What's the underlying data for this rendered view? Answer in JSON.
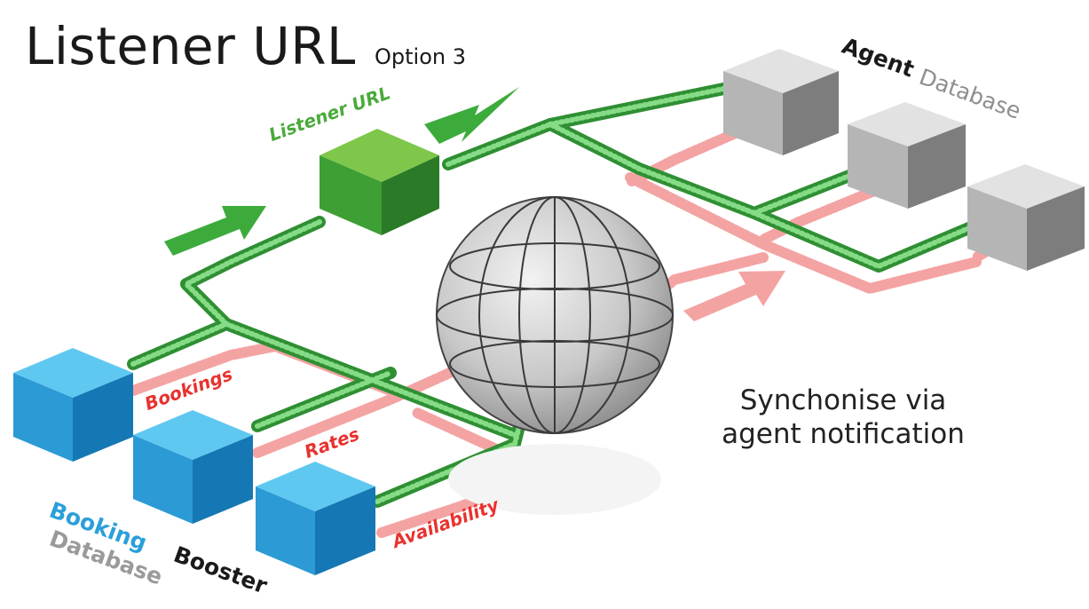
{
  "title": "Listener URL",
  "subtitle": "Option 3",
  "caption_line1": "Synchonise via",
  "caption_line2": "agent notification",
  "listener_label": "Listener URL",
  "agent_label": {
    "part1": "Agent",
    "part2": "Database"
  },
  "booking_label": {
    "part1": "Booking",
    "part2": "Booster",
    "part3": "Database"
  },
  "flows": {
    "bookings": "Bookings",
    "rates": "Rates",
    "availability": "Availability"
  },
  "colors": {
    "green": "#3cab3c",
    "green_dark": "#1f7a2a",
    "red": "#f4a3a3",
    "blue": "#2b9fd9",
    "gray": "#9a9a9a",
    "listener_green": "#4aa84a"
  },
  "icons": [
    "globe-icon",
    "arrow-icon",
    "cube-icon"
  ]
}
